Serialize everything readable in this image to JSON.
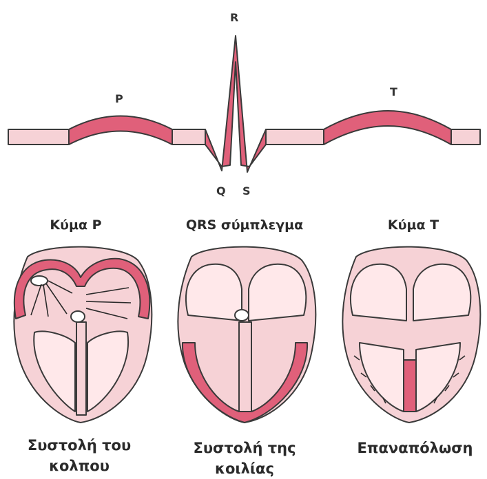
{
  "ecg_labels": {
    "p": "P",
    "r": "R",
    "q": "Q",
    "s": "S",
    "t": "T"
  },
  "panels": [
    {
      "title": "Κύμα P",
      "caption_line1": "Συστολή του",
      "caption_line2": "κολπου"
    },
    {
      "title": "QRS σύμπλεγμα",
      "caption_line1": "Συστολή της",
      "caption_line2": "κοιλίας"
    },
    {
      "title": "Κύμα T",
      "caption_line1": "Επαναπόλωση",
      "caption_line2": ""
    }
  ],
  "colors": {
    "highlight": "#e0607a",
    "light": "#f6d2d6",
    "outline": "#3a3a3a"
  }
}
